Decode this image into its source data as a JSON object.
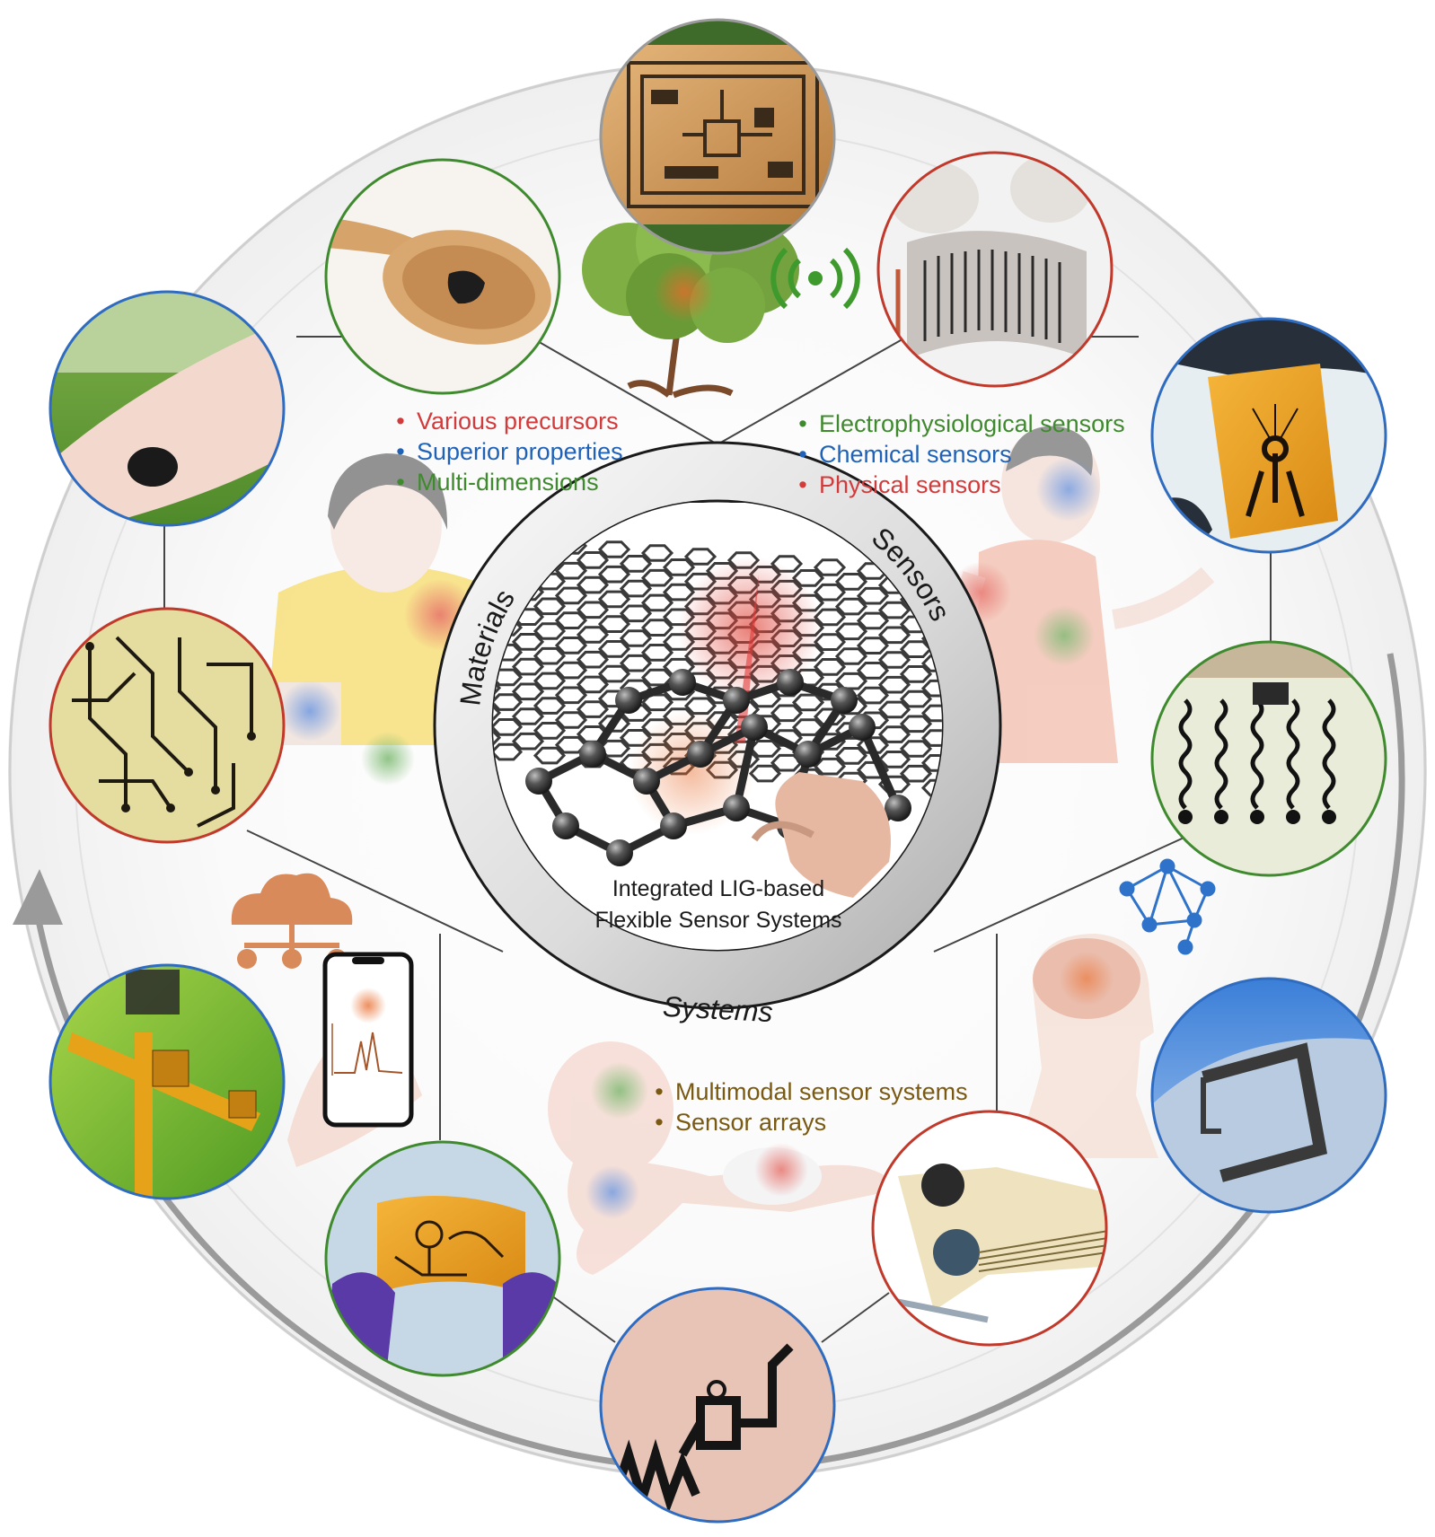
{
  "colors": {
    "red": "#d23b3b",
    "blue": "#1f62b8",
    "green": "#3f8a2e",
    "brown": "#7a5a12",
    "ring_dark": "#1a1a1a",
    "leaf": "#6f9a3a",
    "amber": "#e0a21a"
  },
  "center": {
    "ring_labels": {
      "materials": "Materials",
      "sensors": "Sensors",
      "systems": "Systems"
    },
    "title_line1": "Integrated LIG-based",
    "title_line2": "Flexible Sensor Systems"
  },
  "materials_points": [
    {
      "text": "Various precursors",
      "color": "red"
    },
    {
      "text": "Superior properties",
      "color": "blue"
    },
    {
      "text": "Multi-dimensions",
      "color": "green"
    }
  ],
  "sensors_points": [
    {
      "text": "Electrophysiological sensors",
      "color": "green"
    },
    {
      "text": "Chemical sensors",
      "color": "blue"
    },
    {
      "text": "Physical sensors",
      "color": "red"
    }
  ],
  "systems_points": [
    {
      "text": "Multimodal sensor systems",
      "color": "brown"
    },
    {
      "text": "Sensor arrays",
      "color": "brown"
    }
  ],
  "bullet_char": "•",
  "icons": [
    "wireless-signal-icon",
    "cloud-network-icon",
    "neural-network-icon",
    "smartphone-icon",
    "tree-icon",
    "brain-icon"
  ]
}
